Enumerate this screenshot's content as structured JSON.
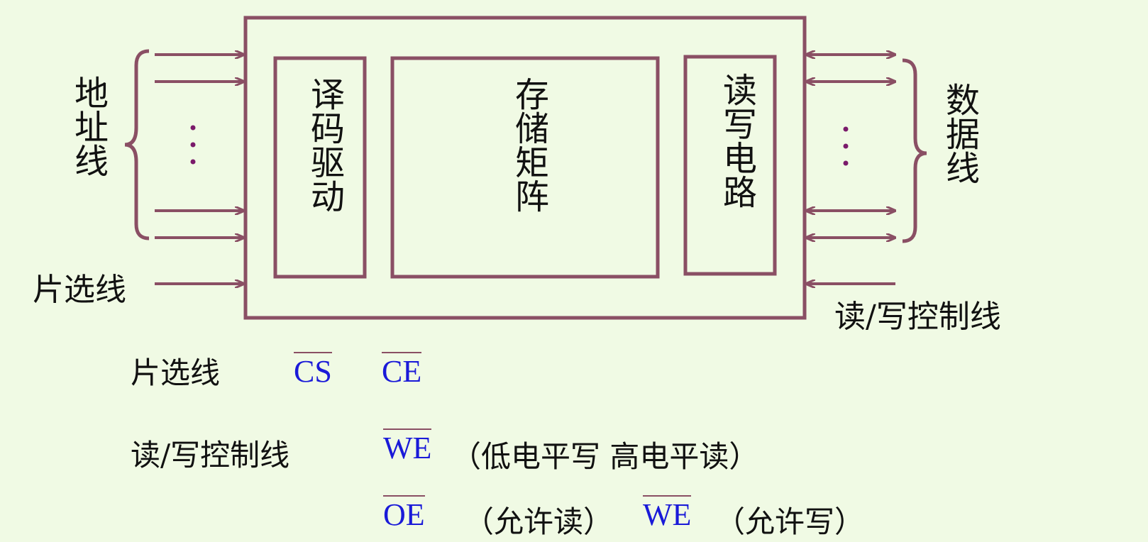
{
  "diagram": {
    "blocks": {
      "decoder": "译码驱动",
      "matrix": "存储矩阵",
      "rw_circuit": "读写电路"
    },
    "address_lines_label": "地址线",
    "data_lines_label": "数据线",
    "chip_select_label": "片选线",
    "rw_control_label": "读/写控制线"
  },
  "legend": {
    "chip_select": {
      "label": "片选线",
      "signals": [
        "CS",
        "CE"
      ]
    },
    "rw_control": {
      "label": "读/写控制线",
      "row1": {
        "signal": "WE",
        "note": "（低电平写  高电平读）"
      },
      "row2": {
        "signal1": "OE",
        "note1": "（允许读）",
        "signal2": "WE",
        "note2": "（允许写）"
      }
    }
  },
  "colors": {
    "background": "#f0fae4",
    "line": "#8a4f64",
    "signal": "#1a1ad8",
    "ellipsis": "#7a1a6a"
  }
}
